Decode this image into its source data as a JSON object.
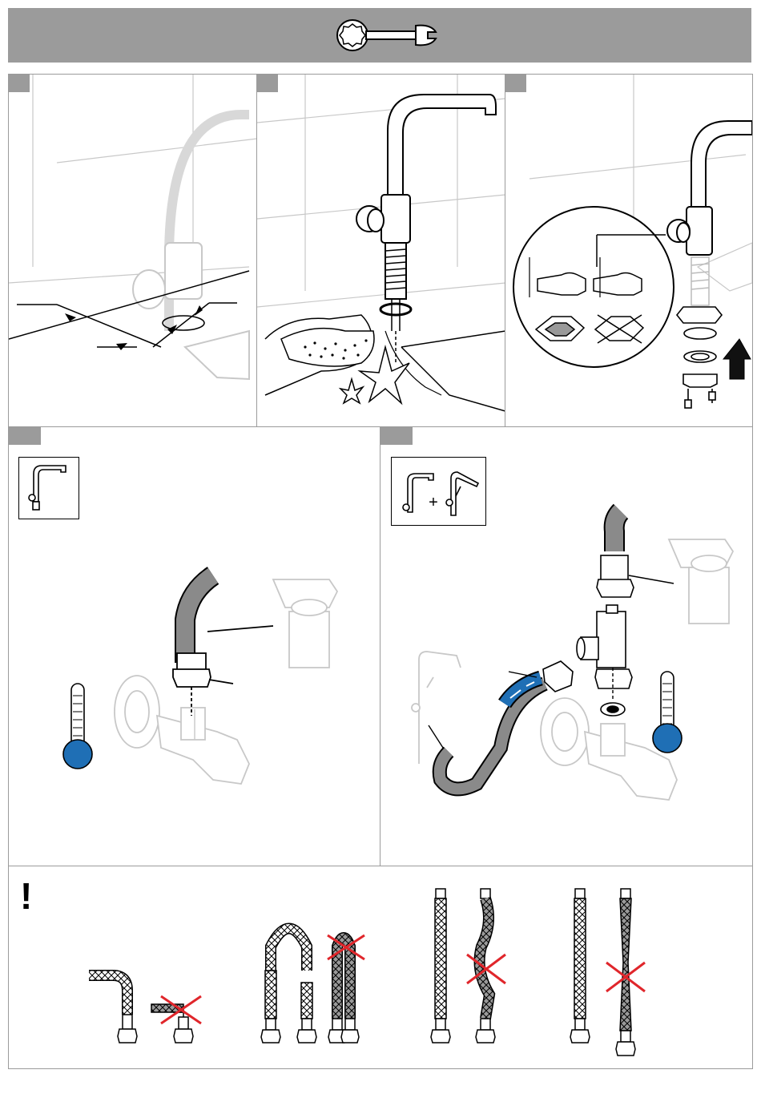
{
  "header": {
    "icon": "wrench-icon",
    "background_color": "#9b9b9b"
  },
  "panels": {
    "step1": {
      "illustration": "faucet-mounting-dimensions"
    },
    "step2": {
      "illustration": "clean-mounting-surface-sponge"
    },
    "step3": {
      "illustration": "install-faucet-from-above-washer-nut"
    },
    "step4": {
      "badge_icon": "faucet-icon",
      "illustration": "connect-hose-to-angle-valve",
      "thermometer": "cold"
    },
    "step5": {
      "badge_icon": "faucet-plus-faucet-icon",
      "badge_plus": "+",
      "illustration": "connect-tee-fitting-second-hose",
      "thermometer": "cold"
    }
  },
  "warning": {
    "mark": "!",
    "items": [
      {
        "name": "hose-bend-ok-vs-kinked",
        "status": "do-not-kink"
      },
      {
        "name": "hose-loop-ok-vs-tight-loop",
        "status": "do-not-bend-tightly"
      },
      {
        "name": "hose-straight-vs-twisted",
        "status": "do-not-twist"
      },
      {
        "name": "hose-straight-vs-stretched",
        "status": "do-not-stretch"
      }
    ]
  },
  "colors": {
    "accent_blue": "#1f6fb5",
    "cross_red": "#e0262b",
    "hose_grey": "#8a8a8a",
    "light_line": "#c8c8c8"
  }
}
